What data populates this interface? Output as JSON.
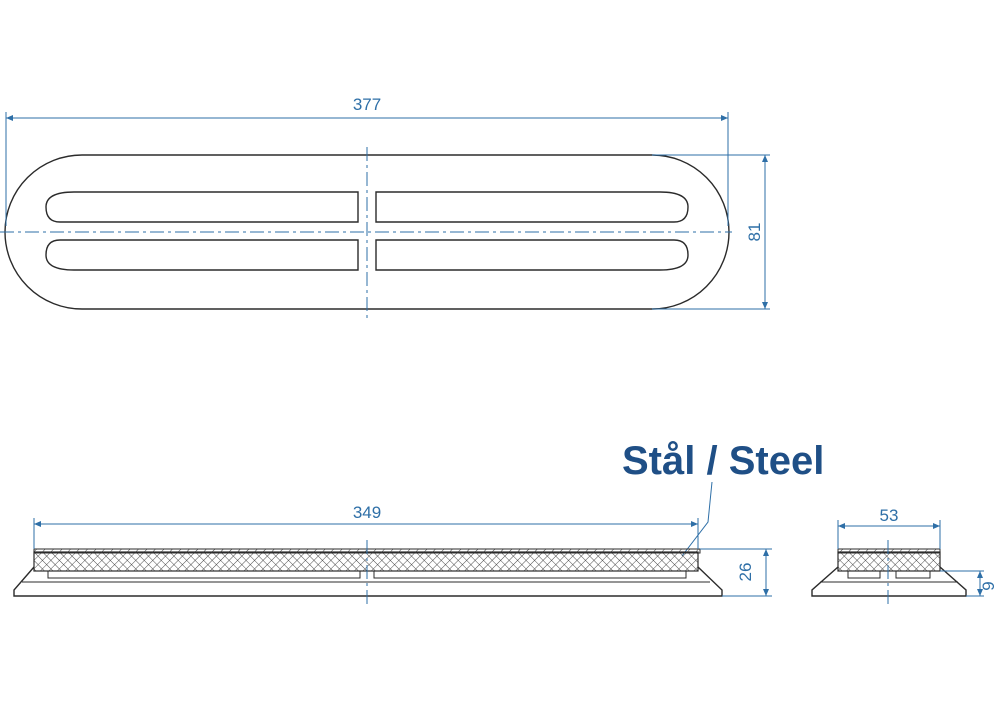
{
  "material_label": "Stål / Steel",
  "dimensions": {
    "top_length": "377",
    "top_width": "81",
    "side_length": "349",
    "side_height": "26",
    "end_width": "53",
    "end_height": "9"
  },
  "colors": {
    "dimension": "#2e6fa7",
    "outline": "#2b2b2b",
    "label": "#1f4f86"
  }
}
